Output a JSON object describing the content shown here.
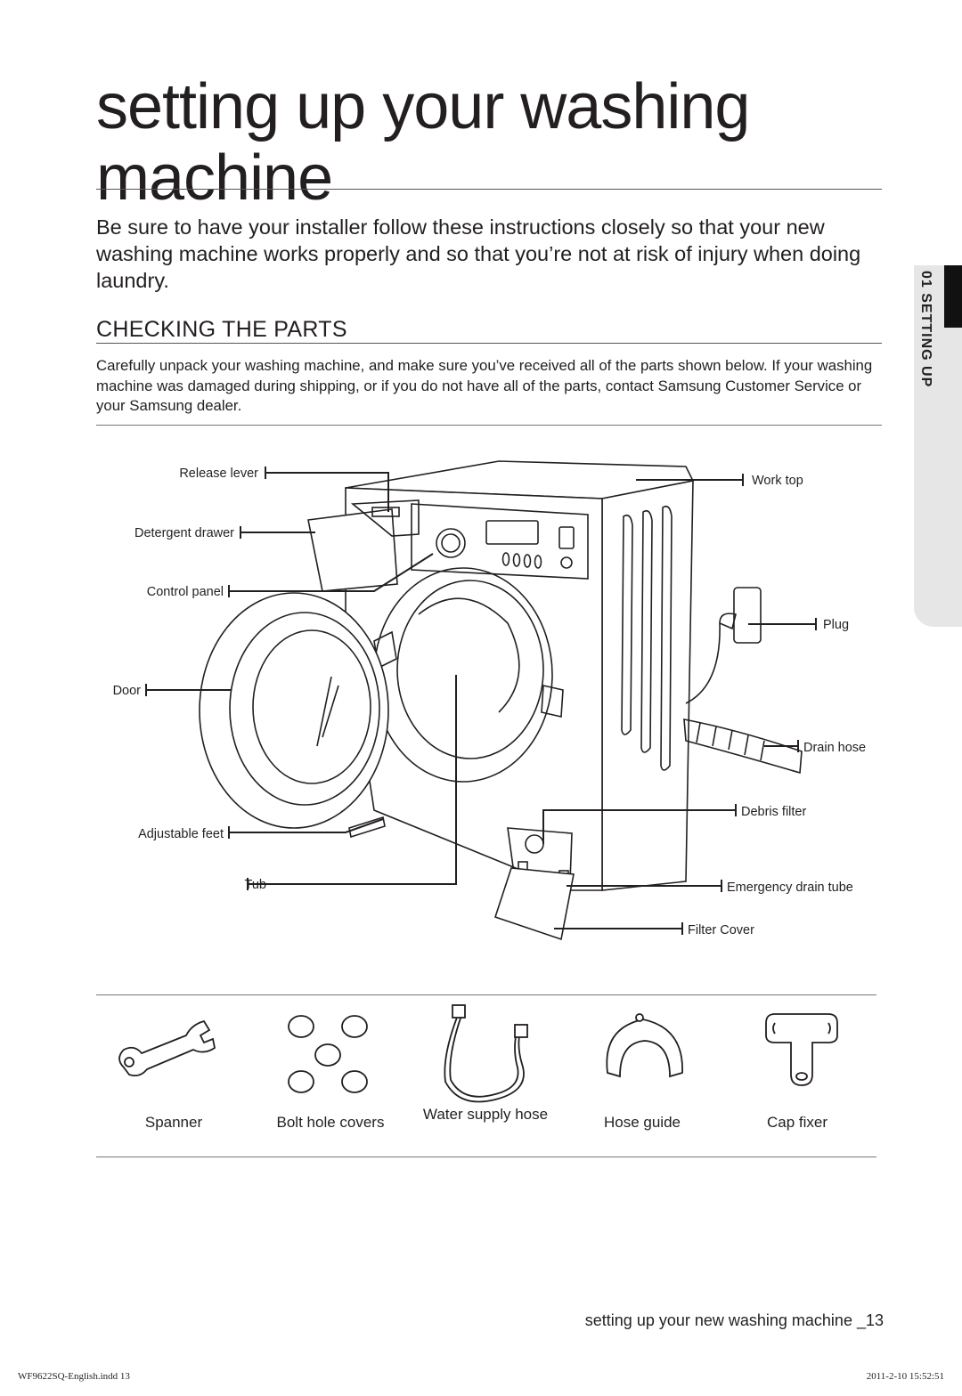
{
  "page": {
    "title": "setting up your washing machine",
    "intro": "Be sure to have your installer follow these instructions closely so that your new washing machine works properly and so that you’re not at risk of injury when doing laundry.",
    "section_heading": "CHECKING THE PARTS",
    "section_body": "Carefully unpack your washing machine, and make sure you’ve received all of the parts shown below. If your washing machine was damaged during shipping, or if you do not have all of the parts, contact Samsung Customer Service or your Samsung dealer."
  },
  "side_tab": {
    "label": "01 SETTING UP"
  },
  "diagram": {
    "labels": {
      "release_lever": "Release lever",
      "detergent_drawer": "Detergent drawer",
      "control_panel": "Control panel",
      "door": "Door",
      "adjustable_feet": "Adjustable feet",
      "tub": "Tub",
      "work_top": "Work top",
      "plug": "Plug",
      "drain_hose": "Drain hose",
      "debris_filter": "Debris filter",
      "emergency_drain_tube": "Emergency drain tube",
      "filter_cover": "Filter Cover"
    }
  },
  "accessories": [
    {
      "label": "Spanner"
    },
    {
      "label": "Bolt hole covers"
    },
    {
      "label": "Water supply hose"
    },
    {
      "label": "Hose guide"
    },
    {
      "label": "Cap fixer"
    }
  ],
  "footer": {
    "page_label": "setting up your new washing machine _13",
    "print_file": "WF9622SQ-English.indd   13",
    "print_date": "2011-2-10   15:52:51"
  }
}
